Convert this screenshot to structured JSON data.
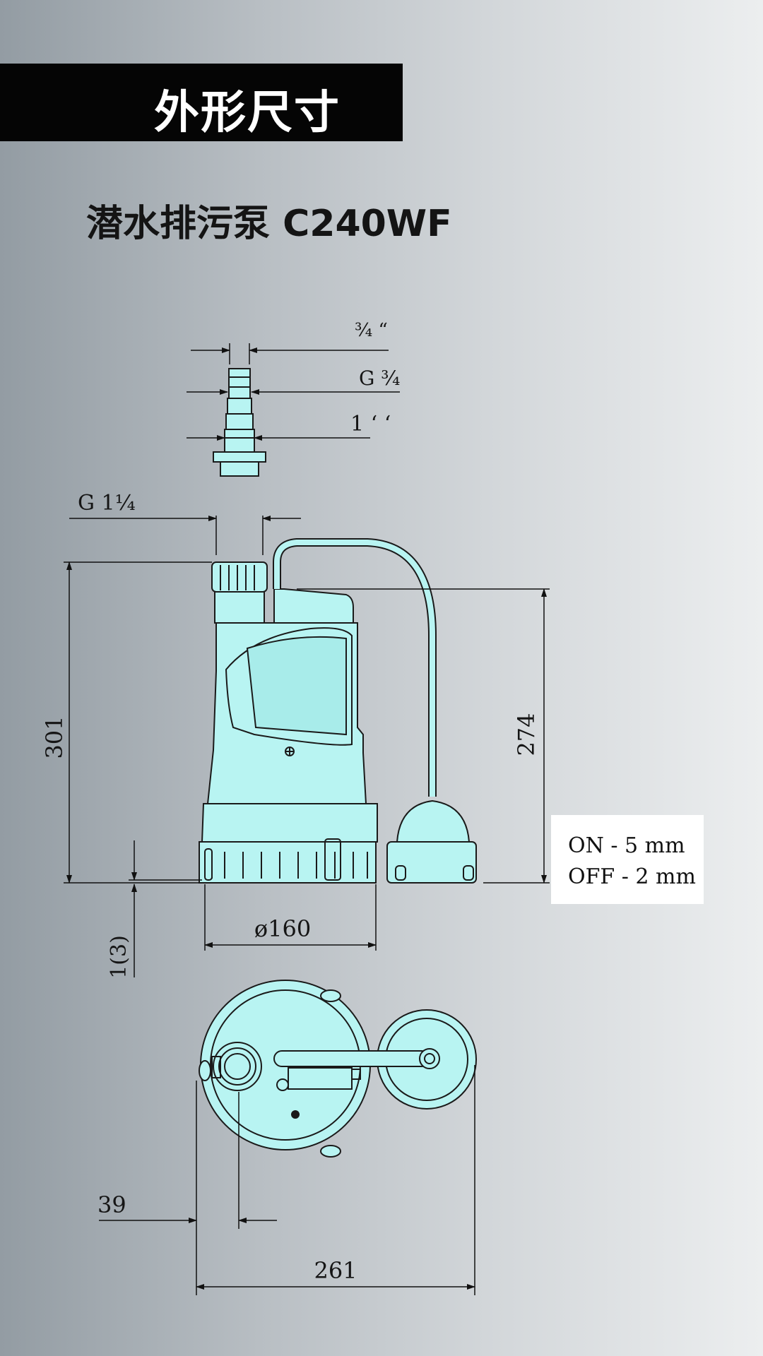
{
  "header": {
    "title": "外形尺寸",
    "subtitle": "潜水排污泵 C240WF"
  },
  "fitting_dims": {
    "d_three_quarter_inch": "¾ “",
    "d_g_three_quarter": "G ¾",
    "d_one_inch": "1 ‘ ‘"
  },
  "pump_dims": {
    "outlet_thread": "G 1¼",
    "height_total": "301",
    "height_float": "274",
    "base_clearance": "1(3)",
    "base_diameter": "ø160",
    "offset": "39",
    "overall_width": "261"
  },
  "switch": {
    "on_level": "ON - 5 mm",
    "off_level": "OFF - 2 mm"
  },
  "colors": {
    "pump_fill": "#b8f4f2",
    "outline": "#1a1a1a",
    "title_bar": "#050505"
  }
}
